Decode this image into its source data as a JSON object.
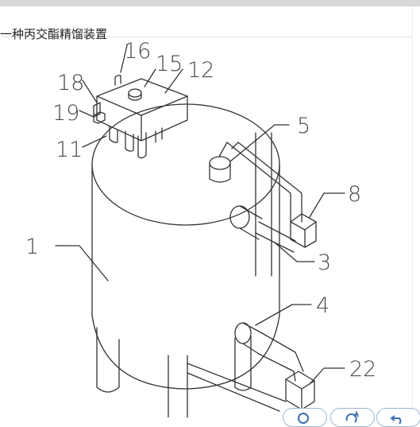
{
  "page": {
    "title": "一种丙交酯精馏装置"
  },
  "figure": {
    "labels": {
      "l1": "1",
      "l3": "3",
      "l4": "4",
      "l5": "5",
      "l8": "8",
      "l11": "11",
      "l12": "12",
      "l15": "15",
      "l16": "16",
      "l18": "18",
      "l19": "19",
      "l22": "22"
    }
  },
  "controls": {
    "zoom_icon": "zoom-icon",
    "rotate_icon": "rotate-icon",
    "undo_icon": "undo-icon",
    "accent_color": "#9fb6d1"
  }
}
